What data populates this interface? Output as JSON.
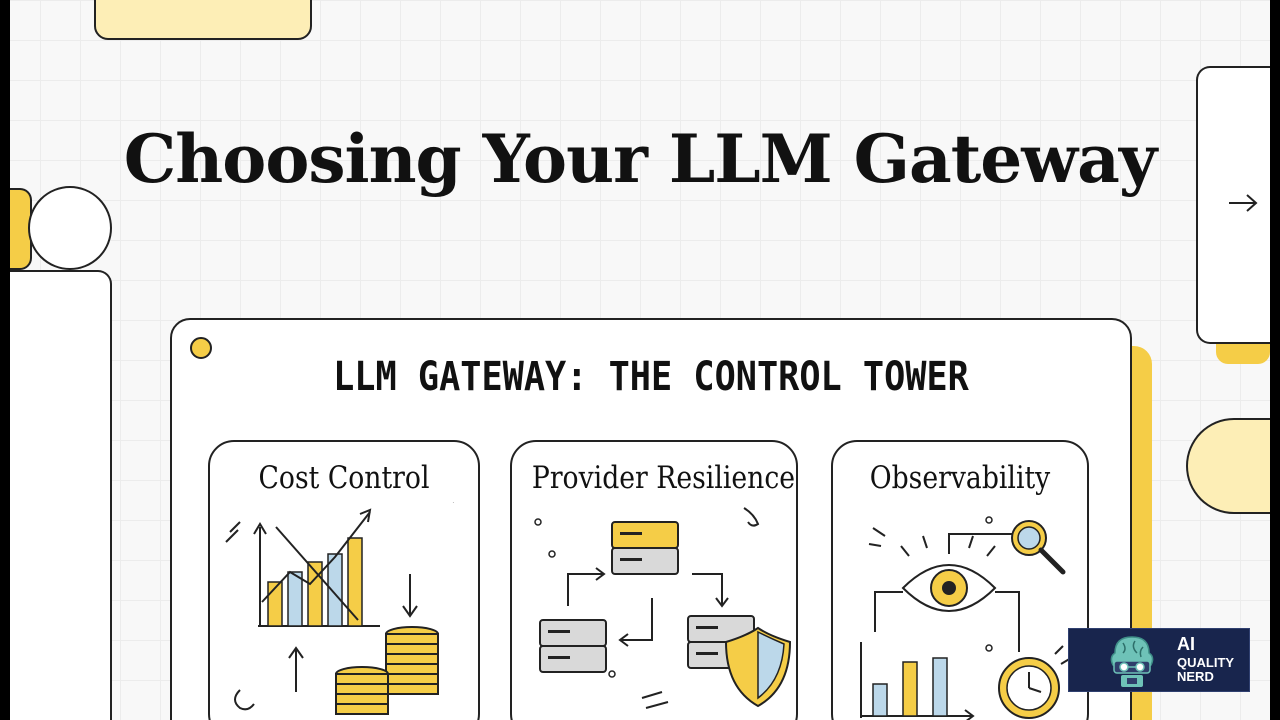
{
  "slide": {
    "title": "Choosing Your LLM Gateway",
    "panel_title": "LLM GATEWAY: THE CONTROL TOWER",
    "cards": [
      {
        "title": "Cost Control",
        "icon": "cost-chart-coins-icon"
      },
      {
        "title": "Provider Resilience",
        "icon": "server-failover-shield-icon"
      },
      {
        "title": "Observability",
        "icon": "eye-magnifier-clock-icon"
      }
    ],
    "next_icon": "arrow-right-icon"
  },
  "badge": {
    "line1": "AI",
    "line2": "QUALITY",
    "line3": "NERD",
    "icon": "robot-brain-icon"
  },
  "colors": {
    "accent_yellow": "#f5cd47",
    "pale_yellow": "#fdeeb6",
    "light_blue": "#bcd8ea",
    "badge_navy": "#18254d",
    "ink": "#222222"
  }
}
